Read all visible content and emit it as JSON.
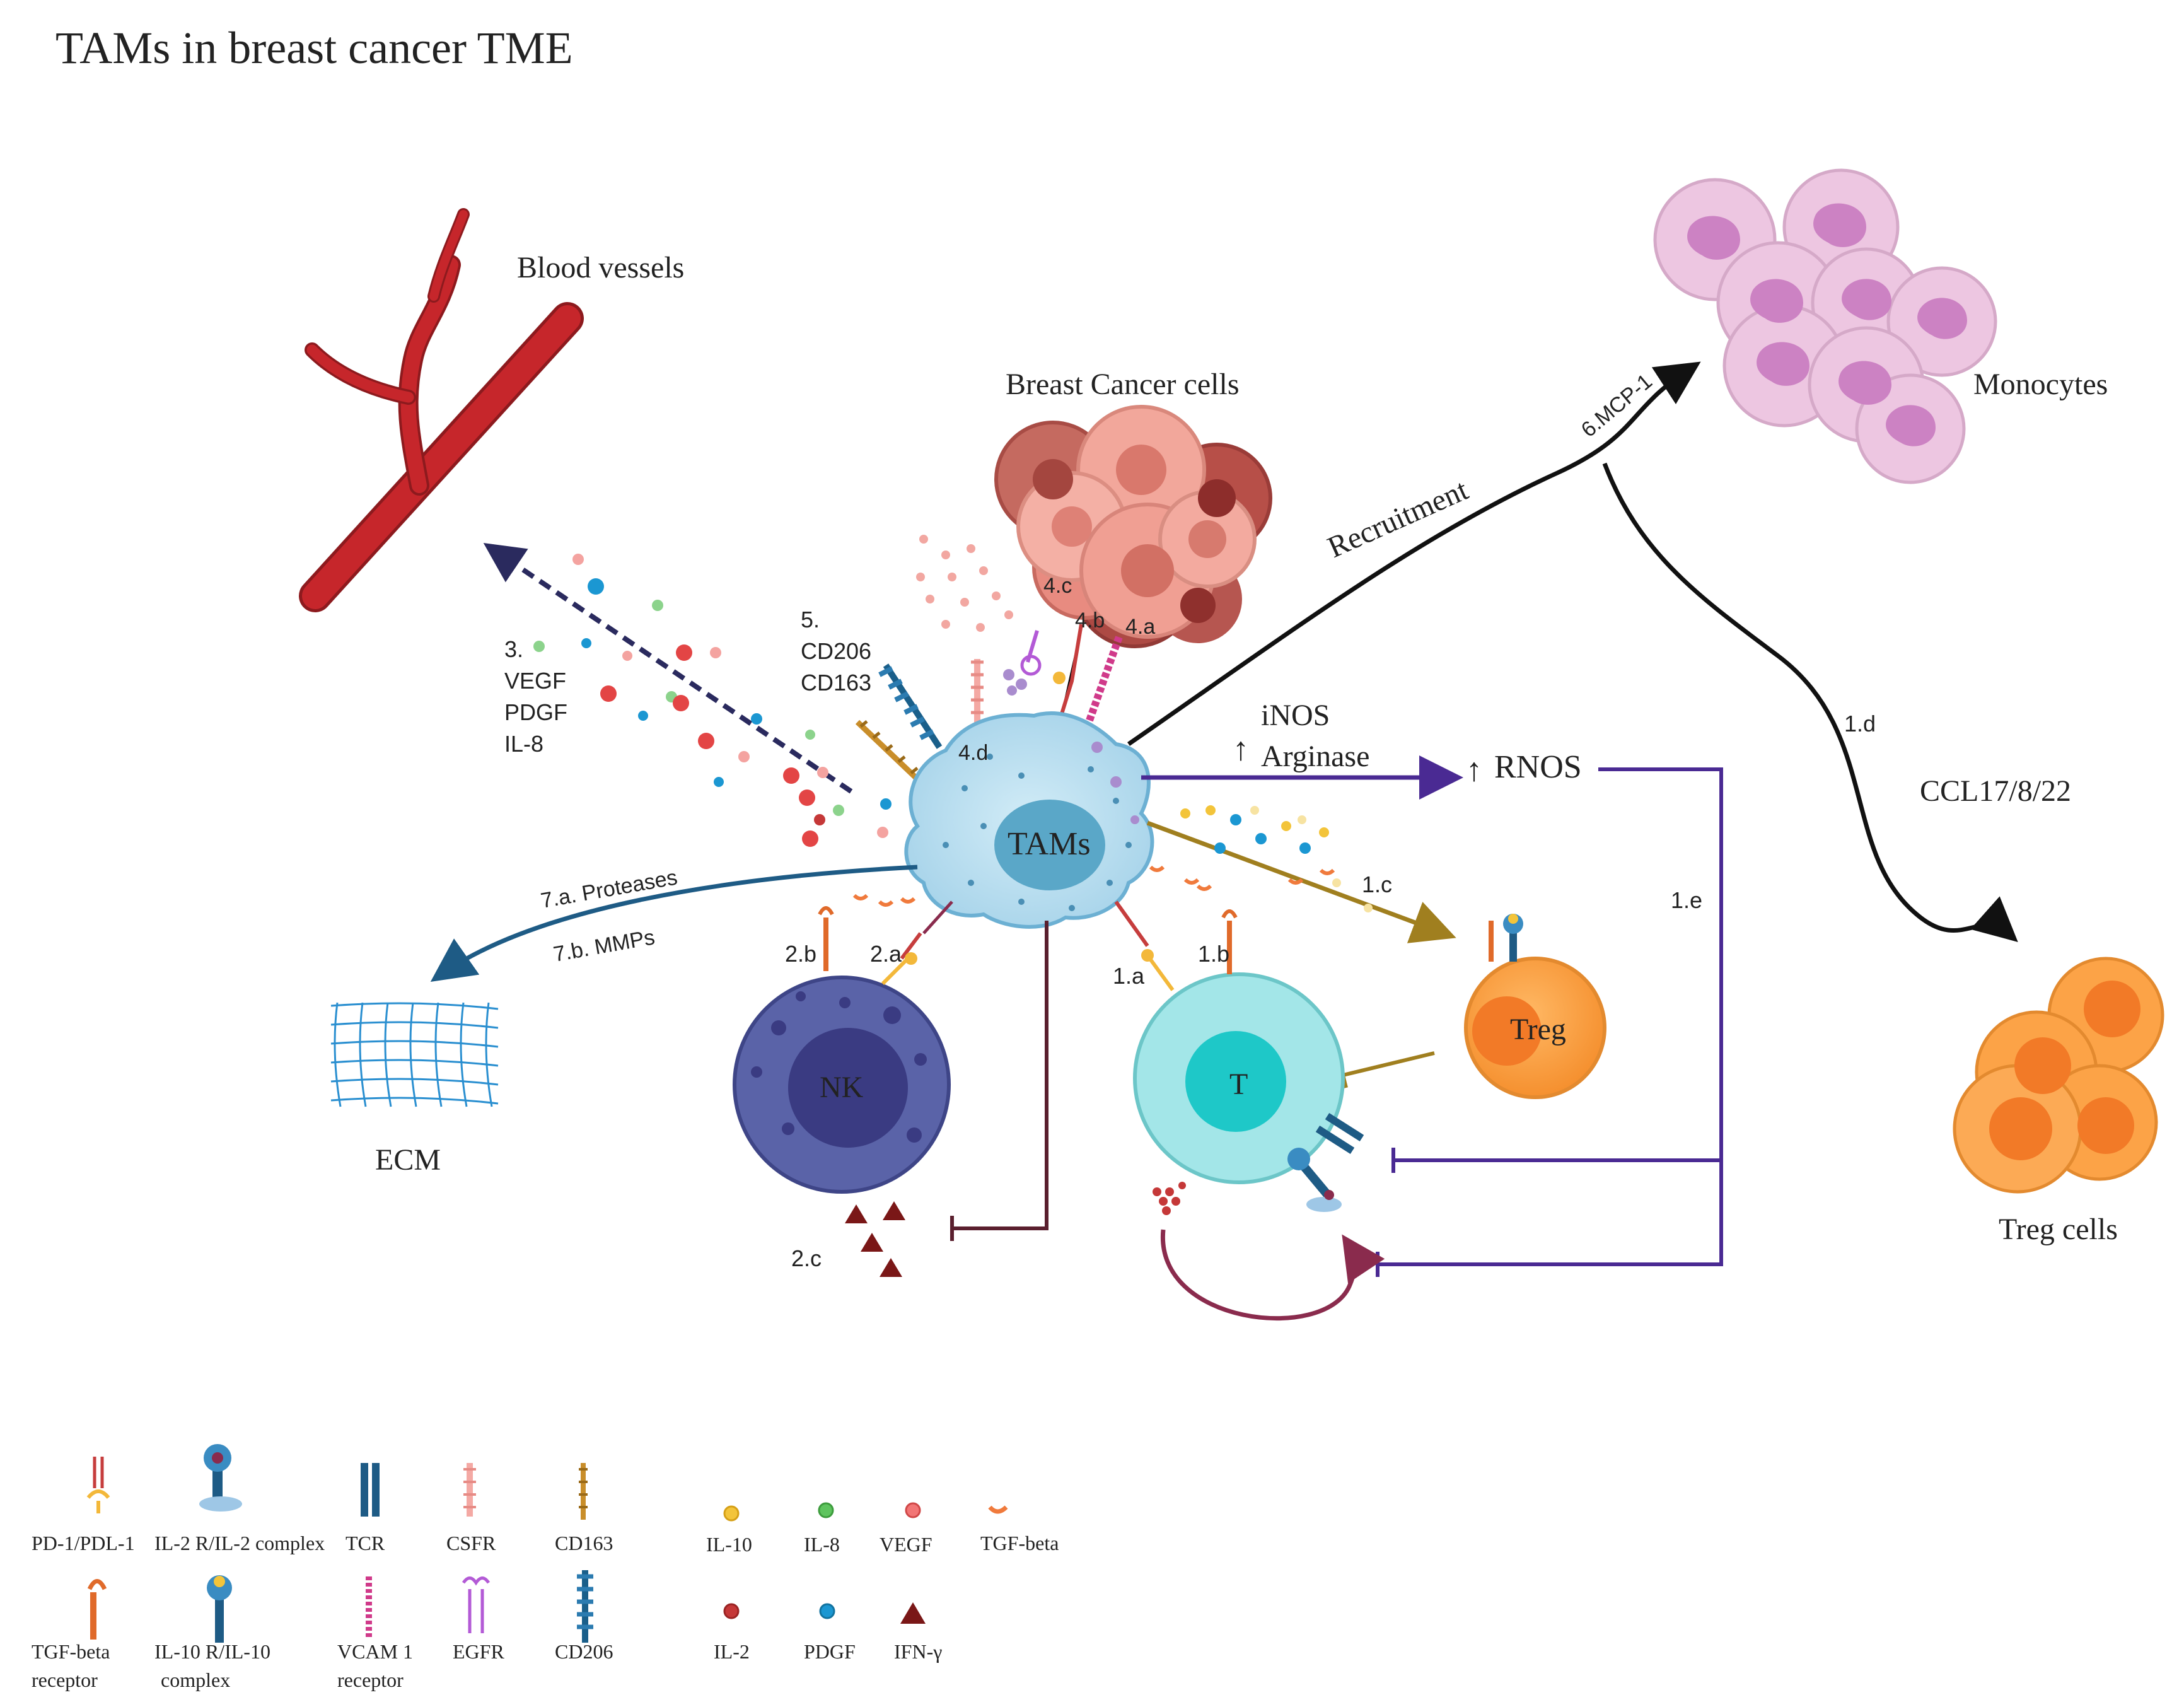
{
  "title": "TAMs in breast cancer TME",
  "labels": {
    "blood_vessels": "Blood vessels",
    "breast_cancer_cells": "Breast Cancer cells",
    "monocytes": "Monocytes",
    "ecm": "ECM",
    "treg_cells": "Treg cells",
    "tams": "TAMs",
    "nk": "NK",
    "t": "T",
    "treg": "Treg",
    "recruitment": "Recruitment",
    "mcp1": "6.MCP-1",
    "ccl": "CCL17/8/22",
    "inos": "iNOS",
    "arginase": "Arginase",
    "rnos": "RNOS",
    "vegf_group_num": "3.",
    "vegf": "VEGF",
    "pdgf": "PDGF",
    "il8": "IL-8",
    "cd_group_num": "5.",
    "cd206": "CD206",
    "cd163": "CD163",
    "proteases": "7.a. Proteases",
    "mmps": "7.b. MMPs",
    "s1a": "1.a",
    "s1b": "1.b",
    "s1c": "1.c",
    "s1d": "1.d",
    "s1e": "1.e",
    "s2a": "2.a",
    "s2b": "2.b",
    "s2c": "2.c",
    "s4a": "4.a",
    "s4b": "4.b",
    "s4c": "4.c",
    "s4d": "4.d"
  },
  "legend": {
    "pd1": "PD-1/PDL-1",
    "il2": "IL-2 R/IL-2  complex",
    "tcr": "TCR",
    "csfr": "CSFR",
    "cd163": "CD163",
    "il10": "IL-10",
    "il8": "IL-8",
    "vegf": "VEGF",
    "tgfbeta": "TGF-beta",
    "tgfr_1": "TGF-beta",
    "tgfr_2": "receptor",
    "il10r_1": "IL-10 R/IL-10",
    "il10r_2": "complex",
    "vcam_1": "VCAM 1",
    "vcam_2": "receptor",
    "egfr": "EGFR",
    "cd206": "CD206",
    "il2c": "IL-2",
    "pdgf": "PDGF",
    "ifng": "IFN-γ"
  },
  "colors": {
    "vessel": "#c6262b",
    "tam": "#b5dcee",
    "tam_nucleus": "#5aa7c8",
    "nk": "#5a63a8",
    "nk_nucleus": "#3a3b82",
    "tcell": "#a3e6e8",
    "tcell_nucleus": "#1ec8c8",
    "treg": "#fca347",
    "treg_nucleus": "#f27a27",
    "monocyte": "#edc6e1",
    "monocyte_nucleus": "#cc82c3",
    "cancer": "#f0a59a",
    "purple_path": "#4a2a93",
    "gold_path": "#a07f1f",
    "blue_path": "#1e5b85",
    "maroon_path": "#5a1f2e",
    "ifng": "#7a1717"
  }
}
